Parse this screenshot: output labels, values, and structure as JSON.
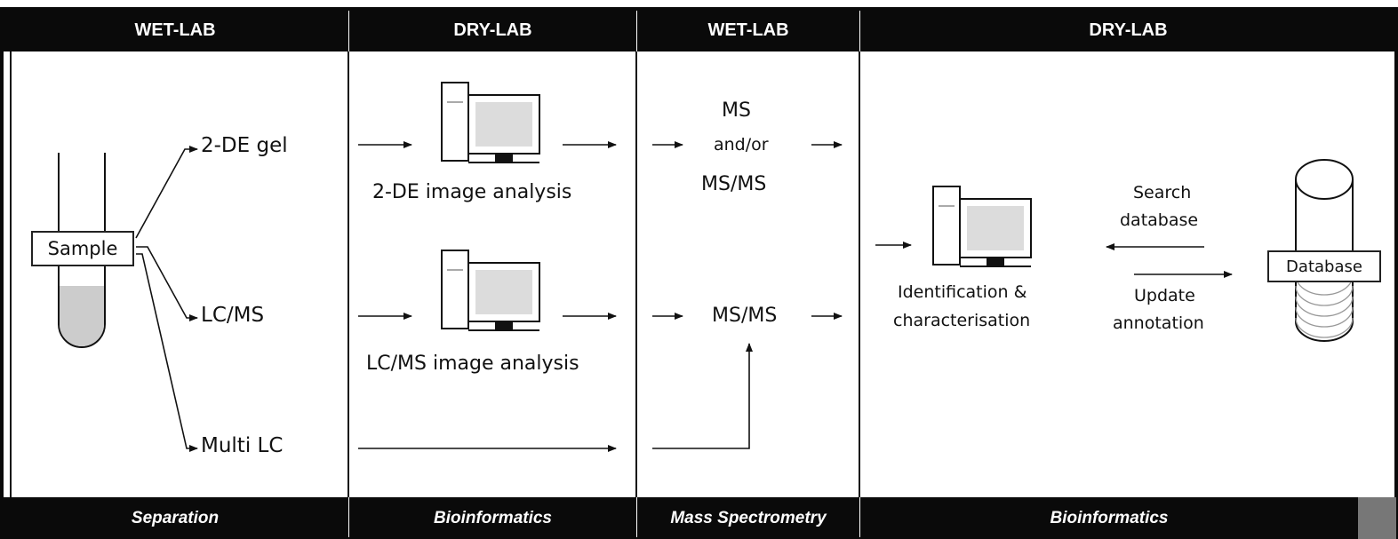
{
  "headers": [
    "WET-LAB",
    "DRY-LAB",
    "WET-LAB",
    "DRY-LAB"
  ],
  "footers": [
    "Separation",
    "Bioinformatics",
    "Mass Spectrometry",
    "Bioinformatics"
  ],
  "separation": {
    "sample": "Sample",
    "gel": "2-DE gel",
    "lcms": "LC/MS",
    "multi": "Multi LC"
  },
  "bioinformatics1": {
    "gel_analysis": "2-DE image analysis",
    "lcms_analysis": "LC/MS image analysis"
  },
  "mass_spec": {
    "ms_line1": "MS",
    "ms_line2": "and/or",
    "ms_line3": "MS/MS",
    "msms": "MS/MS"
  },
  "bioinformatics2": {
    "ident_line1": "Identification &",
    "ident_line2": "characterisation",
    "search_line1": "Search",
    "search_line2": "database",
    "update_line1": "Update",
    "update_line2": "annotation",
    "database": "Database"
  }
}
